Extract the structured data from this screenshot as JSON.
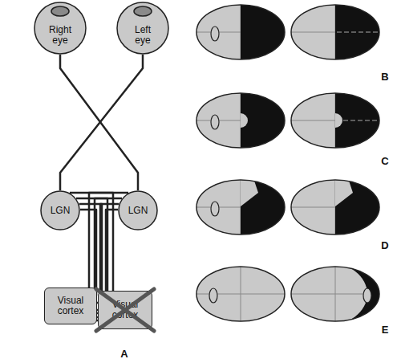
{
  "diagram": {
    "nodes": [
      {
        "text": [
          "Right eye"
        ]
      },
      {
        "text": [
          "Left eye"
        ]
      },
      {
        "text": [
          "LGN"
        ]
      },
      {
        "text": [
          "LGN"
        ]
      },
      {
        "text": [
          "Visual cortex"
        ]
      },
      {
        "text": [
          "Visual cortex"
        ]
      }
    ],
    "edges": [
      {
        "from": 0,
        "to": 3,
        "arrow": "none"
      },
      {
        "from": 1,
        "to": 2,
        "arrow": "none"
      },
      {
        "from": 2,
        "to": 4,
        "arrow": "none"
      },
      {
        "from": 3,
        "to": 5,
        "arrow": "none"
      }
    ],
    "labels": [
      "A",
      "B",
      "C",
      "D",
      "E"
    ]
  }
}
